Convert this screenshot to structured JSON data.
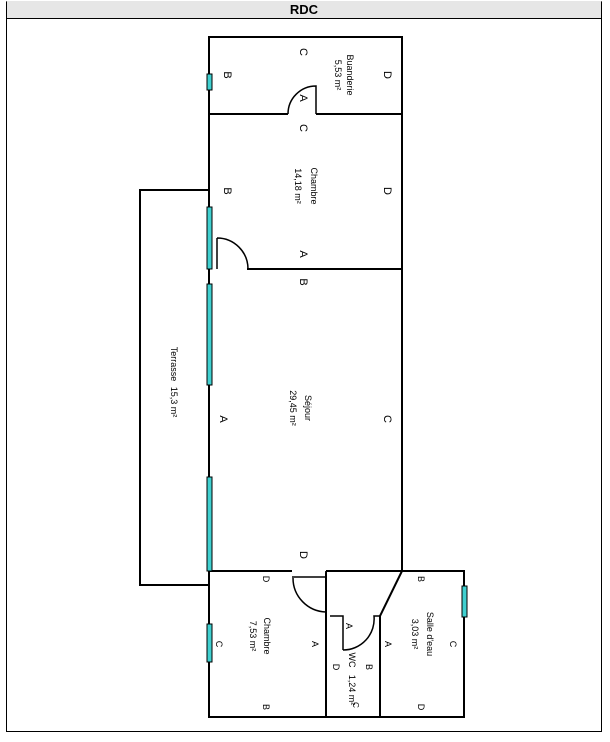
{
  "header": {
    "title": "RDC"
  },
  "colors": {
    "window": "#40d0d0",
    "wall": "#000000",
    "title_bg": "#e6e6e6"
  },
  "rooms": [
    {
      "name": "Buanderie",
      "area": "5,53  m²",
      "walls": [
        "A",
        "B",
        "C",
        "D"
      ]
    },
    {
      "name": "Chambre",
      "area": "14,18  m²",
      "walls": [
        "A",
        "B",
        "C",
        "D"
      ]
    },
    {
      "name": "Séjour",
      "area": "29,45  m²",
      "walls": [
        "A",
        "B",
        "C",
        "D"
      ]
    },
    {
      "name": "Terrasse",
      "area": "15,3  m²",
      "walls": []
    },
    {
      "name": "Chambre",
      "area": "7,53  m²",
      "walls": [
        "A",
        "B",
        "C",
        "D"
      ]
    },
    {
      "name": "WC",
      "area": "1,24  m²",
      "walls": [
        "A",
        "B",
        "C",
        "D"
      ]
    },
    {
      "name": "Salle d'eau",
      "area": "3,03  m²",
      "walls": [
        "A",
        "B",
        "C",
        "D"
      ]
    }
  ],
  "labels": {
    "A": "A",
    "B": "B",
    "C": "C",
    "D": "D"
  }
}
